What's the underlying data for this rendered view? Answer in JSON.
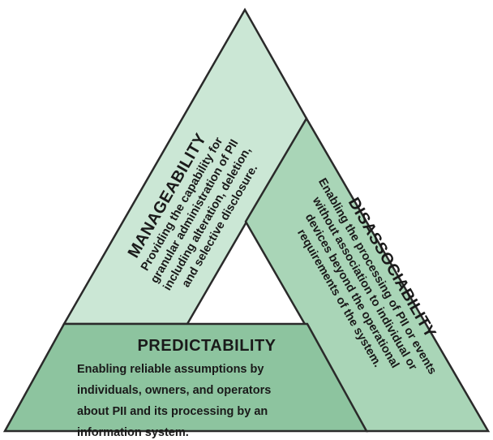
{
  "colors": {
    "manageability": "#cbe7d5",
    "disassociability": "#a9d5b7",
    "predictability": "#8dc49f",
    "outline": "#2a2a2a"
  },
  "manageability": {
    "title": "MANAGEABILITY",
    "lines": [
      "Providing the capability for",
      "granular administration of PII",
      "including alteration, deletion,",
      "and selective disclosure."
    ]
  },
  "disassociability": {
    "title": "DISASSOCIABILITY",
    "lines": [
      "Enabling the processing of PII or events",
      "without association to individual or",
      "devices beyond the operational",
      "requirements of the system."
    ]
  },
  "predictability": {
    "title": "PREDICTABILITY",
    "lines": [
      "Enabling reliable assumptions by",
      "individuals, owners, and operators",
      "about PII and its processing by an",
      "information system."
    ]
  }
}
